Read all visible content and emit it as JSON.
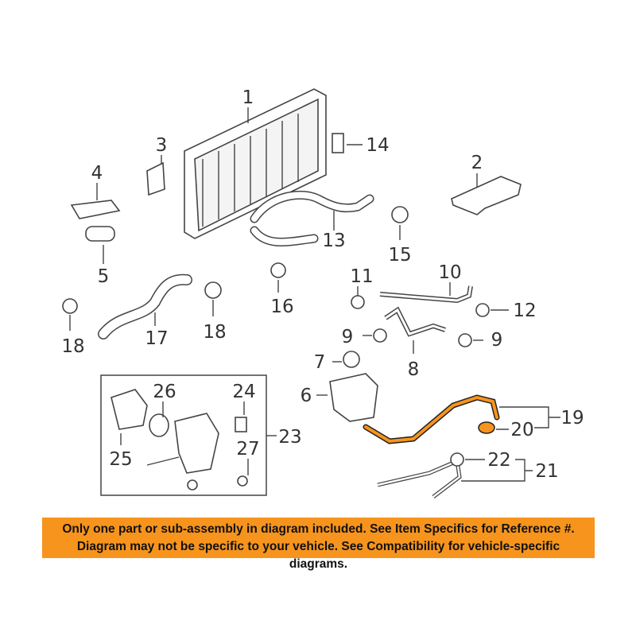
{
  "diagram": {
    "callouts": {
      "c1": "1",
      "c2": "2",
      "c3": "3",
      "c4": "4",
      "c5": "5",
      "c6": "6",
      "c7": "7",
      "c8": "8",
      "c9a": "9",
      "c9b": "9",
      "c10": "10",
      "c11": "11",
      "c12": "12",
      "c13": "13",
      "c14": "14",
      "c15": "15",
      "c16": "16",
      "c17": "17",
      "c18a": "18",
      "c18b": "18",
      "c19": "19",
      "c20": "20",
      "c21": "21",
      "c22": "22",
      "c23": "23",
      "c24": "24",
      "c25": "25",
      "c26": "26",
      "c27": "27"
    },
    "highlight_color": "#F7941D"
  },
  "banner": {
    "line1": "Only one part or sub-assembly in diagram included. See Item Specifics for Reference #.",
    "line2": "Diagram may not be specific to your vehicle. See Compatibility for vehicle-specific diagrams.",
    "color": "#F7941D"
  }
}
